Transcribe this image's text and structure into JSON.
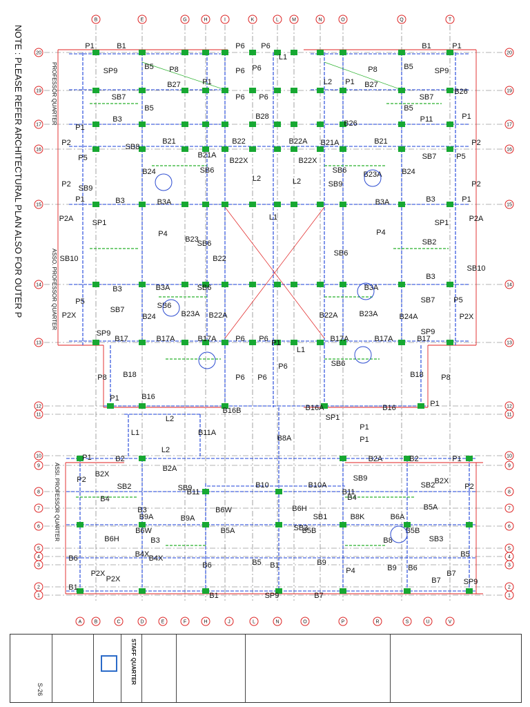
{
  "note": "NOTE : PLEASE REFER ARCHITECTURAL PLAN ALSO FOR OUTER PROJECTIONS",
  "wing_labels": [
    "PROFESSOR QUARTER",
    "ASSO. PROFESSOR QUARTER",
    "ASSI. PROFESSOR QUARTER"
  ],
  "grid": {
    "top_letters": [
      "B",
      "E",
      "G",
      "H",
      "I",
      "K",
      "L",
      "M",
      "N",
      "O",
      "Q",
      "T"
    ],
    "bottom_letters": [
      "A",
      "B",
      "C",
      "D",
      "E",
      "F",
      "H",
      "J",
      "L",
      "N",
      "O",
      "P",
      "R",
      "S",
      "U",
      "V"
    ],
    "row_numbers": [
      "20",
      "19",
      "17",
      "16",
      "15",
      "14",
      "13",
      "12",
      "11",
      "10",
      "9",
      "8",
      "7",
      "6",
      "5",
      "4",
      "3",
      "2",
      "1"
    ]
  },
  "beams": [
    {
      "t": "P1"
    },
    {
      "t": "B1"
    },
    {
      "t": "P6"
    },
    {
      "t": "P6"
    },
    {
      "t": "L1"
    },
    {
      "t": "B1"
    },
    {
      "t": "P1"
    },
    {
      "t": "B5"
    },
    {
      "t": "P8"
    },
    {
      "t": "SP9"
    },
    {
      "t": "P1"
    },
    {
      "t": "P6"
    },
    {
      "t": "P6"
    },
    {
      "t": "L2"
    },
    {
      "t": "P1"
    },
    {
      "t": "P8"
    },
    {
      "t": "B5"
    },
    {
      "t": "SP9"
    },
    {
      "t": "B27"
    },
    {
      "t": "B27"
    },
    {
      "t": "SB7"
    },
    {
      "t": "P6"
    },
    {
      "t": "P6"
    },
    {
      "t": "SB7"
    },
    {
      "t": "B5"
    },
    {
      "t": "B28"
    },
    {
      "t": "B5"
    },
    {
      "t": "B3"
    },
    {
      "t": "P11"
    },
    {
      "t": "P1"
    },
    {
      "t": "P1"
    },
    {
      "t": "B26"
    },
    {
      "t": "B26"
    },
    {
      "t": "B21"
    },
    {
      "t": "B21A"
    },
    {
      "t": "B22"
    },
    {
      "t": "B22A"
    },
    {
      "t": "B21A"
    },
    {
      "t": "B21"
    },
    {
      "t": "P2"
    },
    {
      "t": "P2"
    },
    {
      "t": "P5"
    },
    {
      "t": "SB8"
    },
    {
      "t": "B22X"
    },
    {
      "t": "B22X"
    },
    {
      "t": "SB7"
    },
    {
      "t": "P5"
    },
    {
      "t": "SB6"
    },
    {
      "t": "L2"
    },
    {
      "t": "L2"
    },
    {
      "t": "SB6"
    },
    {
      "t": "B24"
    },
    {
      "t": "B24"
    },
    {
      "t": "B23A"
    },
    {
      "t": "P2"
    },
    {
      "t": "SB9"
    },
    {
      "t": "SB9"
    },
    {
      "t": "P2"
    },
    {
      "t": "P1"
    },
    {
      "t": "B3"
    },
    {
      "t": "B3A"
    },
    {
      "t": "B3A"
    },
    {
      "t": "B3"
    },
    {
      "t": "P1"
    },
    {
      "t": "P2A"
    },
    {
      "t": "SP1"
    },
    {
      "t": "L1"
    },
    {
      "t": "SP1"
    },
    {
      "t": "P2A"
    },
    {
      "t": "P4"
    },
    {
      "t": "P4"
    },
    {
      "t": "SB2"
    },
    {
      "t": "SB6"
    },
    {
      "t": "SB6"
    },
    {
      "t": "B22"
    },
    {
      "t": "B23"
    },
    {
      "t": "SB10"
    },
    {
      "t": "SB10"
    },
    {
      "t": "B3"
    },
    {
      "t": "SB7"
    },
    {
      "t": "B3A"
    },
    {
      "t": "SB6"
    },
    {
      "t": "SB6"
    },
    {
      "t": "B3A"
    },
    {
      "t": "B3"
    },
    {
      "t": "SB7"
    },
    {
      "t": "P5"
    },
    {
      "t": "P2X"
    },
    {
      "t": "B24"
    },
    {
      "t": "B23A"
    },
    {
      "t": "B22A"
    },
    {
      "t": "B22A"
    },
    {
      "t": "B23A"
    },
    {
      "t": "B24A"
    },
    {
      "t": "P5"
    },
    {
      "t": "P2X"
    },
    {
      "t": "SP9"
    },
    {
      "t": "SP9"
    },
    {
      "t": "B17"
    },
    {
      "t": "B17A"
    },
    {
      "t": "B17A"
    },
    {
      "t": "P6"
    },
    {
      "t": "P6"
    },
    {
      "t": "B17A"
    },
    {
      "t": "B17A"
    },
    {
      "t": "B17"
    },
    {
      "t": "P8"
    },
    {
      "t": "B18"
    },
    {
      "t": "P6"
    },
    {
      "t": "P6"
    },
    {
      "t": "P6"
    },
    {
      "t": "L1"
    },
    {
      "t": "SB6"
    },
    {
      "t": "B18"
    },
    {
      "t": "P8"
    },
    {
      "t": "P1"
    },
    {
      "t": "B16"
    },
    {
      "t": "B16B"
    },
    {
      "t": "B16A"
    },
    {
      "t": "B16"
    },
    {
      "t": "P1"
    },
    {
      "t": "L2"
    },
    {
      "t": "L1"
    },
    {
      "t": "L2"
    },
    {
      "t": "B11A"
    },
    {
      "t": "B8A"
    },
    {
      "t": "SP1"
    },
    {
      "t": "P1"
    },
    {
      "t": "P1"
    },
    {
      "t": "P1"
    },
    {
      "t": "B2"
    },
    {
      "t": "B2A"
    },
    {
      "t": "B2A"
    },
    {
      "t": "B2"
    },
    {
      "t": "P1"
    },
    {
      "t": "B2X"
    },
    {
      "t": "SB2"
    },
    {
      "t": "SB9"
    },
    {
      "t": "SB9"
    },
    {
      "t": "SB2"
    },
    {
      "t": "B2X"
    },
    {
      "t": "P2"
    },
    {
      "t": "P2"
    },
    {
      "t": "B4"
    },
    {
      "t": "B10"
    },
    {
      "t": "B10A"
    },
    {
      "t": "B11"
    },
    {
      "t": "B11"
    },
    {
      "t": "B4"
    },
    {
      "t": "B9A"
    },
    {
      "t": "B9A"
    },
    {
      "t": "B6W"
    },
    {
      "t": "B6H"
    },
    {
      "t": "SB1"
    },
    {
      "t": "B8K"
    },
    {
      "t": "B6A"
    },
    {
      "t": "B6H"
    },
    {
      "t": "B6W"
    },
    {
      "t": "B3"
    },
    {
      "t": "B5A"
    },
    {
      "t": "SB3"
    },
    {
      "t": "B5B"
    },
    {
      "t": "B8"
    },
    {
      "t": "B5B"
    },
    {
      "t": "SB3"
    },
    {
      "t": "B5A"
    },
    {
      "t": "B3"
    },
    {
      "t": "B4X"
    },
    {
      "t": "B4X"
    },
    {
      "t": "B6"
    },
    {
      "t": "B5"
    },
    {
      "t": "B1"
    },
    {
      "t": "B9"
    },
    {
      "t": "P4"
    },
    {
      "t": "B9"
    },
    {
      "t": "B6"
    },
    {
      "t": "B6"
    },
    {
      "t": "B5"
    },
    {
      "t": "P2X"
    },
    {
      "t": "P2X"
    },
    {
      "t": "B1"
    },
    {
      "t": "SP9"
    },
    {
      "t": "B7"
    },
    {
      "t": "B7"
    },
    {
      "t": "B7"
    },
    {
      "t": "B1"
    },
    {
      "t": "SP9"
    },
    {
      "t": "P1"
    },
    {
      "t": "P1"
    }
  ],
  "title_block": {
    "drawing_title": "STAFF QUARTER",
    "sheet_no": "S-26"
  }
}
